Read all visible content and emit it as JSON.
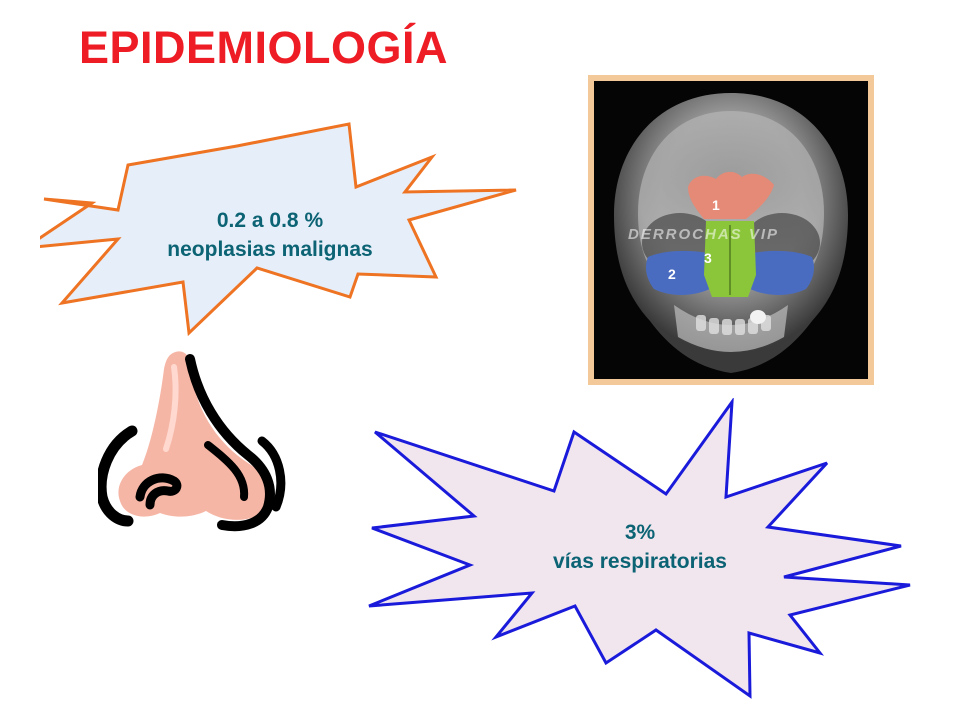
{
  "title": "EPIDEMIOLOGÍA",
  "callout_top": {
    "line1": "0.2 a 0.8 %",
    "line2": "neoplasias malignas"
  },
  "callout_bottom": {
    "line1": "3%",
    "line2": "vías respiratorias"
  },
  "xray": {
    "region_labels": [
      "1",
      "2",
      "3"
    ],
    "watermark": "DERROCHAS VIP"
  },
  "colors": {
    "title": "#ee1c24",
    "callout_text": "#0b6374",
    "burst_top_stroke": "#ee7322",
    "burst_top_fill": "#e6eef9",
    "burst_bottom_stroke": "#1a1adb",
    "burst_bottom_fill": "#f2e6ee",
    "xray_frame": "#f4c99a",
    "sinus_frontal": "#e58a76",
    "sinus_maxillary": "#4a6cc0",
    "sinus_ethmoid": "#8bc63a",
    "nose_skin": "#f6b6a6"
  }
}
